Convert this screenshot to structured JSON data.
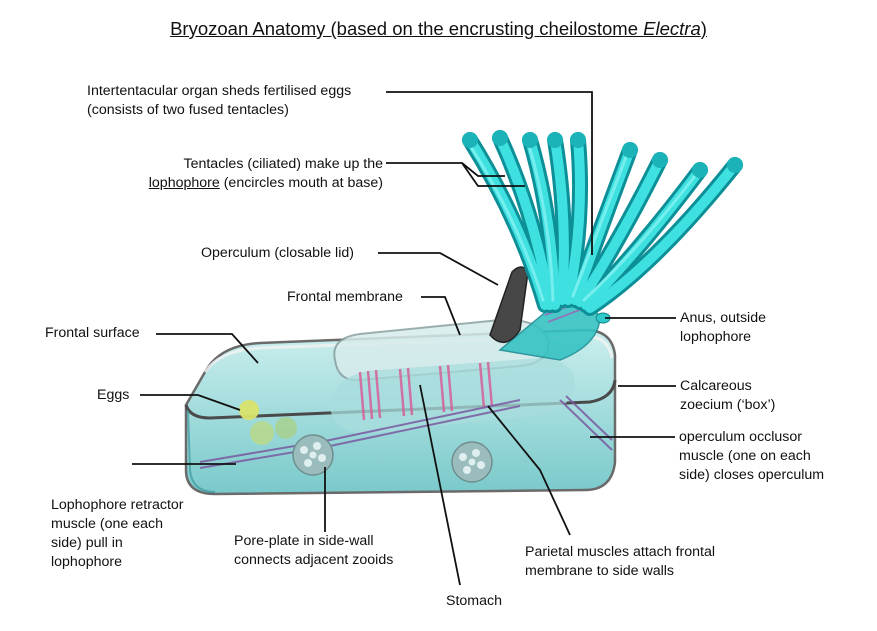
{
  "title": {
    "prefix": "Bryozoan Anatomy (based on the encrusting cheilostome ",
    "genus": "Electra",
    "suffix": ")"
  },
  "labels": {
    "intertentacular": [
      "Intertentacular organ sheds fertilised eggs",
      "(consists of two fused tentacles)"
    ],
    "tentacles": {
      "line1": "Tentacles (ciliated) make up the",
      "line2_term": "lophophore",
      "line2_rest": " (encircles mouth at base)"
    },
    "operculum": "Operculum (closable lid)",
    "frontal_membrane": "Frontal membrane",
    "frontal_surface": "Frontal surface",
    "eggs": "Eggs",
    "anus": [
      "Anus, outside",
      "lophophore"
    ],
    "calcareous": [
      "Calcareous",
      "zoecium (‘box’)"
    ],
    "occlusor": [
      "operculum occlusor",
      "muscle (one on each",
      "side) closes operculum"
    ],
    "retractor": [
      "Lophophore retractor",
      "muscle (one each",
      "side) pull in",
      "lophophore"
    ],
    "pore_plate": [
      "Pore-plate in side-wall",
      "connects adjacent zooids"
    ],
    "parietal": [
      "Parietal muscles attach frontal",
      "membrane to side walls"
    ],
    "stomach": "Stomach"
  },
  "colors": {
    "tentacle": "#1fc8c8",
    "box_fill": "#8fd6d6",
    "muscle": "#d6609a",
    "egg": "#cfe07a",
    "operculum": "#3f3f3f"
  }
}
